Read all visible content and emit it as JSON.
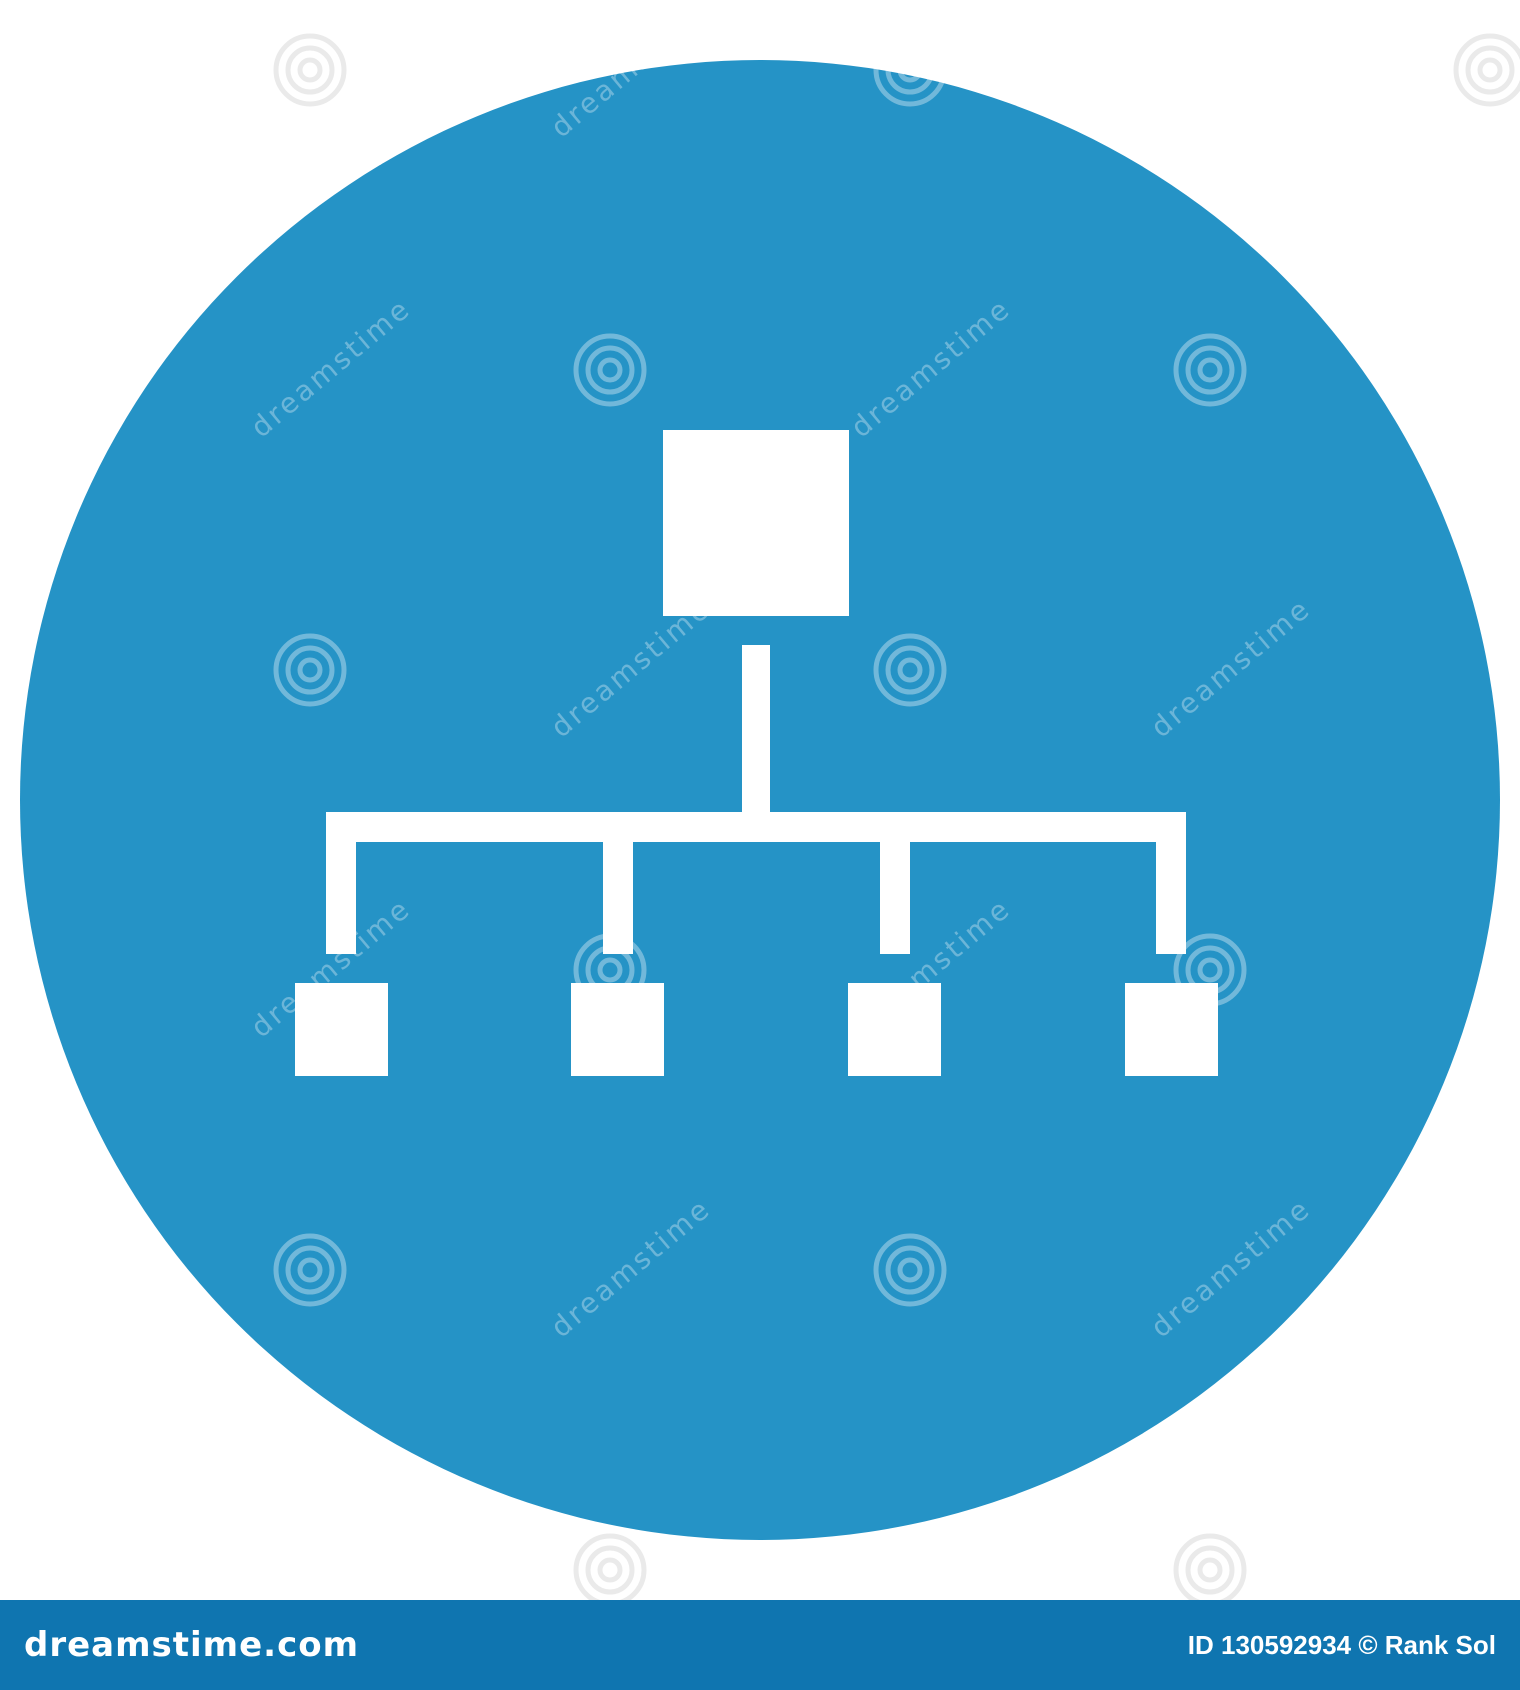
{
  "colors": {
    "circle": "#2593c6",
    "glyph": "#ffffff",
    "footer": "#0f75b0",
    "background": "#ffffff"
  },
  "icon": {
    "name": "hierarchy-structure-icon",
    "child_boxes": 4
  },
  "watermark": {
    "text": "dreamstime",
    "spiral": "dreamstime-spiral-logo"
  },
  "footer": {
    "brand": "dreamstime.com",
    "credit": "ID 130592934 © Rank Sol"
  }
}
